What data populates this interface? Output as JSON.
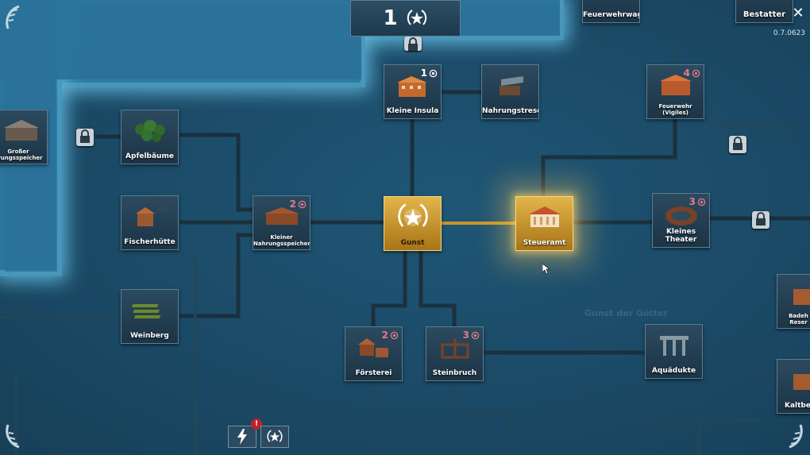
{
  "top": {
    "favor_count": "1",
    "version": "0.7.0623",
    "close_label": "✕"
  },
  "partial_nodes": {
    "top_center": "Feuerwehrwagen",
    "top_right": "Bestatter",
    "left": [
      "Großer",
      "hrungsspeicher"
    ],
    "right_mid": [
      "Badeh",
      "Reser"
    ],
    "right_low": "Kaltbe"
  },
  "nodes": {
    "kleine_insula": {
      "label": "Kleine Insula",
      "cost": "1"
    },
    "nahrungstresen": {
      "label": "Nahrungstresen"
    },
    "feuerwehr": {
      "label_line1": "Feuerwehr",
      "label_line2": "(Vigiles)",
      "cost": "4"
    },
    "apfelbaeume": {
      "label": "Apfelbäume"
    },
    "fischerhuette": {
      "label": "Fischerhütte"
    },
    "kleiner_speicher": {
      "label_line1": "Kleiner",
      "label_line2": "Nahrungsspeicher",
      "cost": "2"
    },
    "gunst": {
      "label": "Gunst"
    },
    "steueramt": {
      "label": "Steueramt"
    },
    "kleines_theater": {
      "label": "Kleines Theater",
      "cost": "3"
    },
    "weinberg": {
      "label": "Weinberg"
    },
    "foersterei": {
      "label": "Försterei",
      "cost": "2"
    },
    "steinbruch": {
      "label": "Steinbruch",
      "cost": "3"
    },
    "aquaedukte": {
      "label": "Aquädukte"
    }
  },
  "bottom": {
    "alert_mark": "!"
  },
  "colors": {
    "gold": "#d9a93c",
    "cost_pink": "#e37b8b",
    "line_dark": "#1a2c38",
    "line_gold": "#c9962a"
  }
}
